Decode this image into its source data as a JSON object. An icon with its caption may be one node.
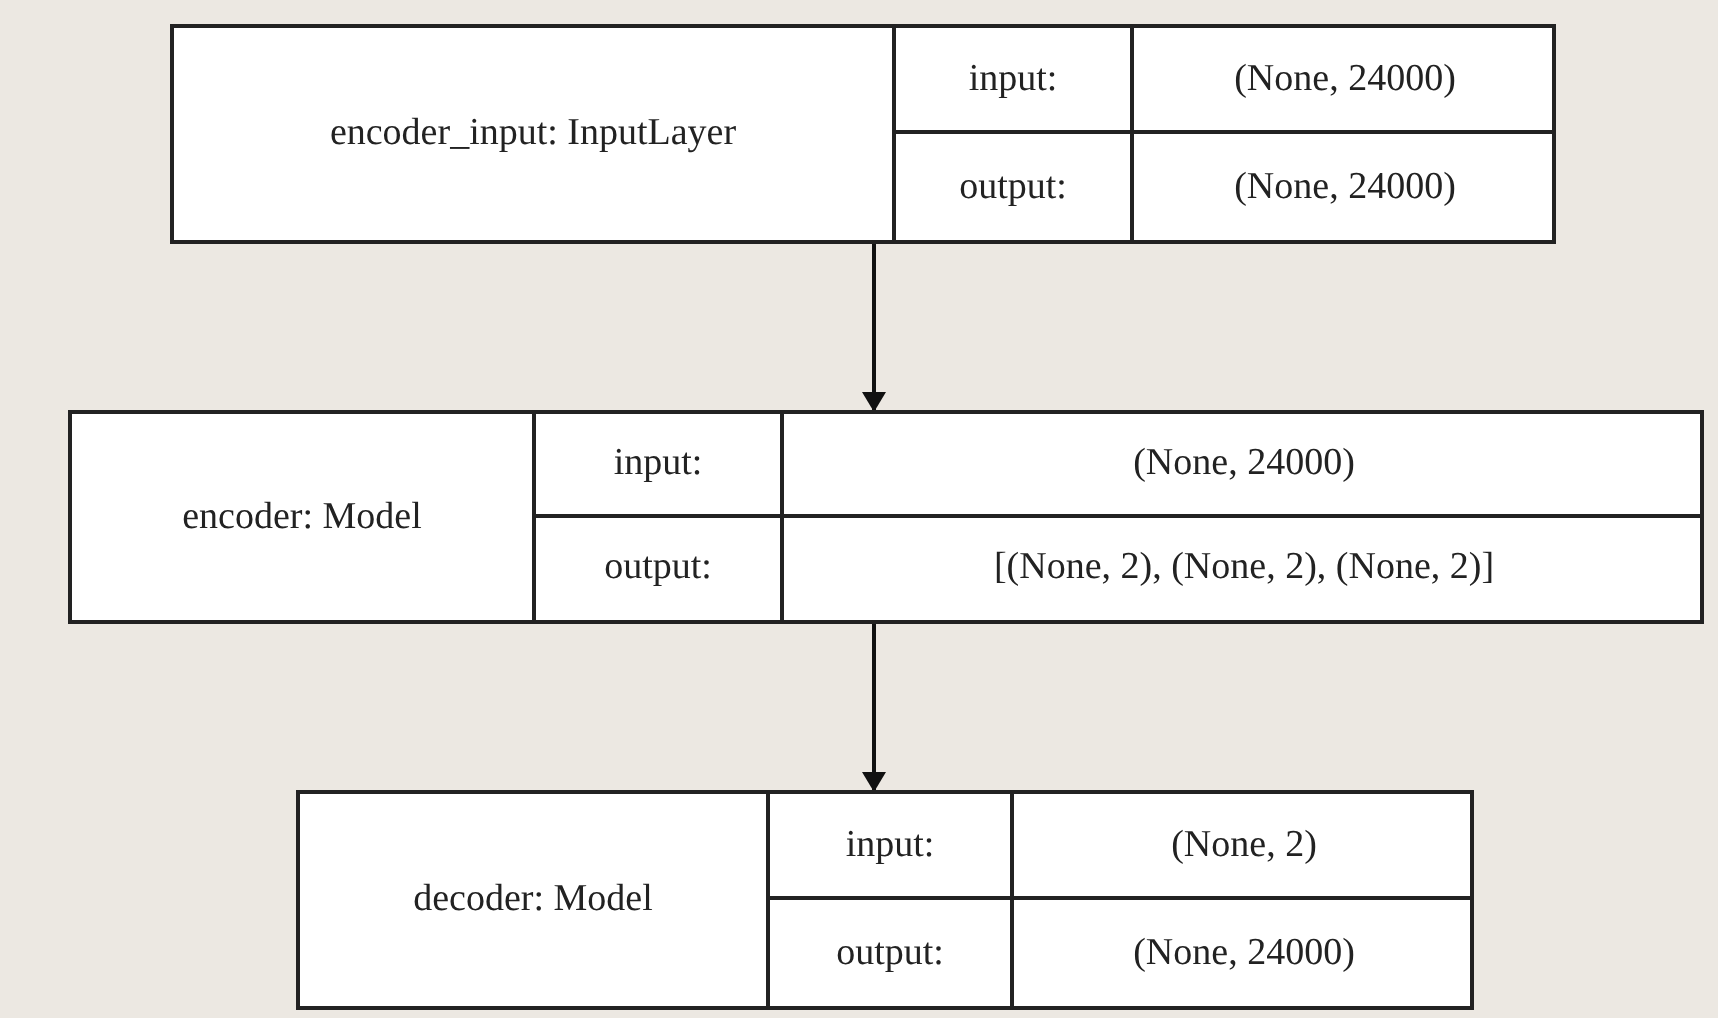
{
  "diagram": {
    "nodes": [
      {
        "text": [
          "encoder_input: InputLayer",
          "input:",
          "(None, 24000)",
          "output:",
          "(None, 24000)"
        ]
      },
      {
        "text": [
          "encoder: Model",
          "input:",
          "(None, 24000)",
          "output:",
          "[(None, 2), (None, 2), (None, 2)]"
        ]
      },
      {
        "text": [
          "decoder: Model",
          "input:",
          "(None, 2)",
          "output:",
          "(None, 24000)"
        ]
      }
    ],
    "edges": [
      {
        "from": 0,
        "to": 1,
        "arrow": "to"
      },
      {
        "from": 1,
        "to": 2,
        "arrow": "to"
      }
    ]
  }
}
